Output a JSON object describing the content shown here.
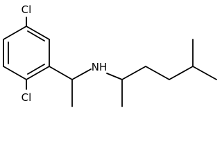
{
  "molecule": {
    "atoms": {
      "cl_top": "Cl",
      "cl_bottom": "Cl",
      "amine": "NH"
    }
  }
}
